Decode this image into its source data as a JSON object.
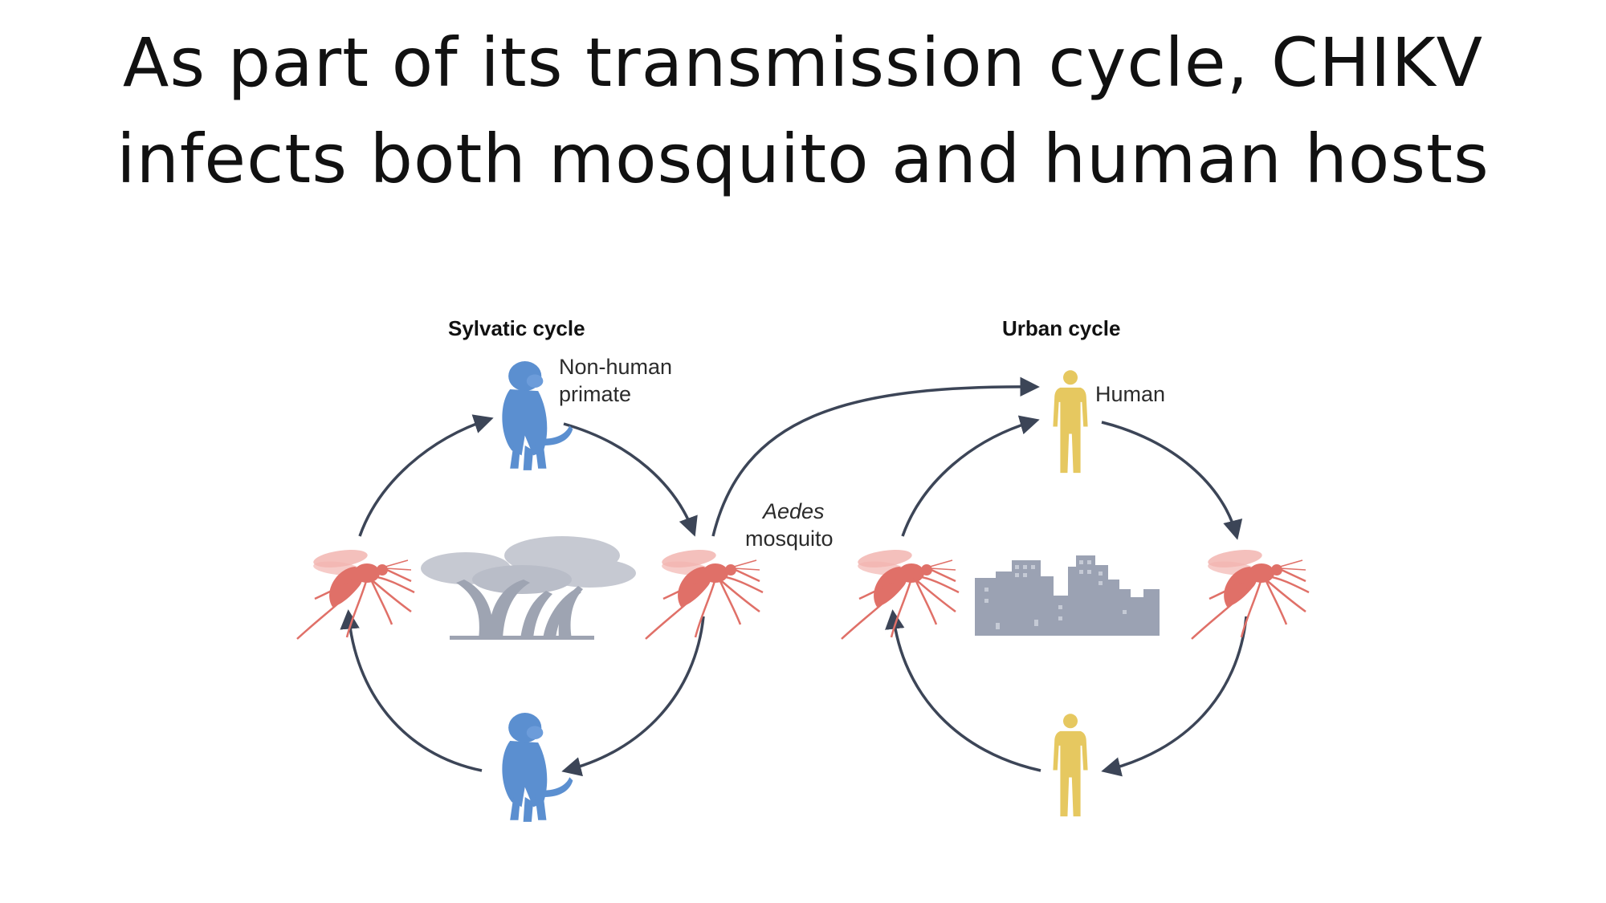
{
  "title": {
    "line1": "As part of its transmission cycle, CHIKV",
    "line2": "infects both mosquito and human hosts"
  },
  "sylvatic": {
    "heading": "Sylvatic cycle",
    "primate_label_line1": "Non-human",
    "primate_label_line2": "primate",
    "mosquito_label_line1": "Aedes",
    "mosquito_label_line2": "mosquito"
  },
  "urban": {
    "heading": "Urban cycle",
    "human_label": "Human"
  },
  "colors": {
    "arrow": "#3c4557",
    "mosquito": "#e07068",
    "mosquito_wing": "#f2b5b0",
    "primate": "#5b8fd0",
    "human": "#e6c860",
    "tree": "#9ea4b2",
    "tree_crown": "#c6c9d2",
    "city": "#9ba2b3"
  },
  "icons": [
    "mosquito-icon",
    "primate-icon",
    "human-icon",
    "tree-icon",
    "city-icon"
  ]
}
